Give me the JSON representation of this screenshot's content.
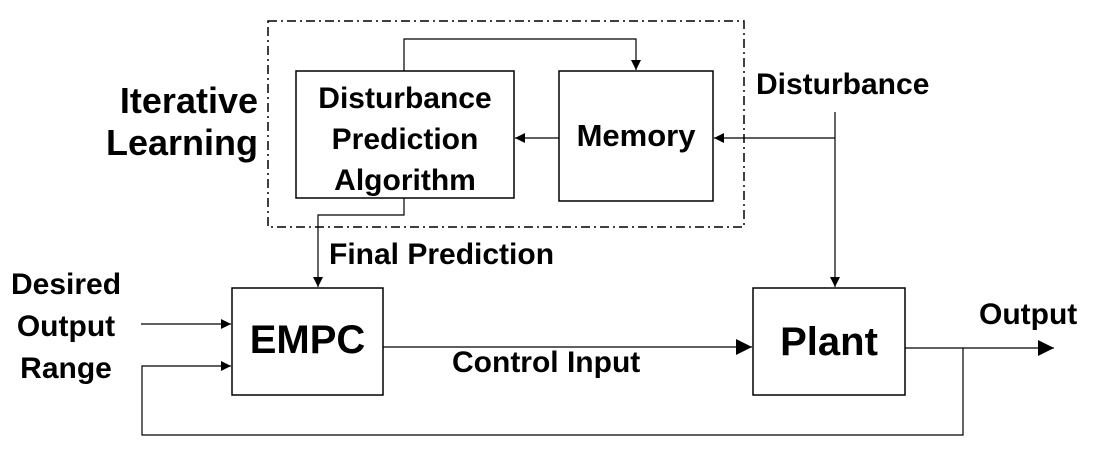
{
  "iterative_learning": {
    "line1": "Iterative",
    "line2": "Learning"
  },
  "blocks": {
    "disturbance_prediction": {
      "line1": "Disturbance",
      "line2": "Prediction",
      "line3": "Algorithm"
    },
    "memory": "Memory",
    "empc": "EMPC",
    "plant": "Plant"
  },
  "signals": {
    "disturbance": "Disturbance",
    "final_prediction": "Final Prediction",
    "desired": {
      "line1": "Desired",
      "line2": "Output",
      "line3": "Range"
    },
    "control_input": "Control Input",
    "output": "Output"
  }
}
